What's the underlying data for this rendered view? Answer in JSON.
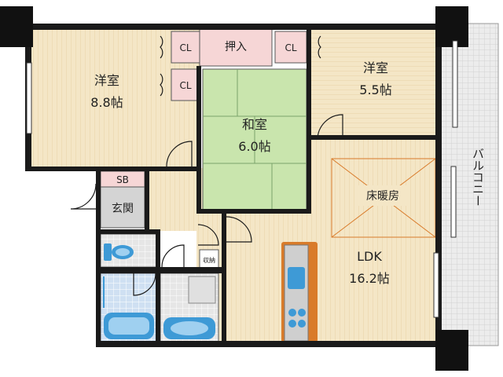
{
  "rooms": {
    "western_room_1": {
      "name": "洋室",
      "size": "8.8帖"
    },
    "western_room_2": {
      "name": "洋室",
      "size": "5.5帖"
    },
    "japanese_room": {
      "name": "和室",
      "size": "6.0帖"
    },
    "ldk": {
      "name": "LDK",
      "size": "16.2帖"
    },
    "entrance": {
      "name": "玄関"
    },
    "shoe_box": {
      "name": "SB"
    },
    "oshiire": {
      "name": "押入"
    },
    "storage": {
      "name": "収納"
    },
    "floor_heating": {
      "name": "床暖房"
    },
    "balcony": {
      "name": "バルコニー"
    }
  },
  "closets": [
    "CL",
    "CL",
    "CL"
  ],
  "colors": {
    "floor": "#f4e6c6",
    "tatami": "#c9e5ad",
    "oshiire": "#f6d6d6",
    "entrance": "#d4d4d4",
    "wet_area": "#cfe0f2",
    "wall": "#1a1a1a",
    "kitchen_counter": "#d97b2a",
    "fixture_blue": "#3e9ad6"
  }
}
